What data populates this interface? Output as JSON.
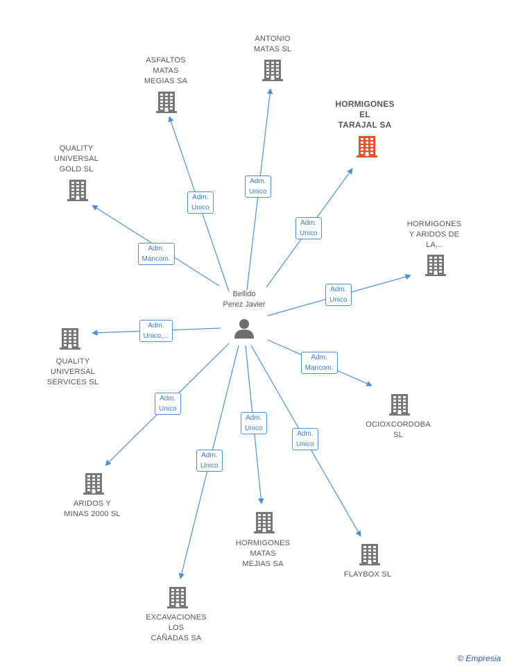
{
  "colors": {
    "edge": "#4a90d9",
    "building": "#777777",
    "highlight": "#e8532e",
    "person": "#6e6e6e"
  },
  "person": {
    "name": "Bellido\nPerez Javier",
    "icon": "person-icon"
  },
  "companies": [
    {
      "id": "antonio-matas",
      "name": "ANTONIO\nMATAS SL",
      "highlight": false
    },
    {
      "id": "asfaltos-matas-megias",
      "name": "ASFALTOS\nMATAS\nMEGIAS SA",
      "highlight": false
    },
    {
      "id": "hormigones-el-tarajal",
      "name": "HORMIGONES\nEL\nTARAJAL SA",
      "highlight": true
    },
    {
      "id": "quality-universal-gold",
      "name": "QUALITY\nUNIVERSAL\nGOLD  SL",
      "highlight": false
    },
    {
      "id": "hormigones-y-aridos",
      "name": "HORMIGONES\nY ARIDOS DE\nLA...",
      "highlight": false
    },
    {
      "id": "quality-universal-services",
      "name": "QUALITY\nUNIVERSAL\nSERVICES SL",
      "highlight": false
    },
    {
      "id": "ocioxcordoba",
      "name": "OCIOXCORDOBA\nSL",
      "highlight": false
    },
    {
      "id": "aridos-y-minas",
      "name": "ARIDOS Y\nMINAS 2000  SL",
      "highlight": false
    },
    {
      "id": "hormigones-matas-mejias",
      "name": "HORMIGONES\nMATAS\nMEJIAS SA",
      "highlight": false
    },
    {
      "id": "flaybox",
      "name": "FLAYBOX SL",
      "highlight": false
    },
    {
      "id": "excavaciones-los-canadas",
      "name": "EXCAVACIONES\nLOS\nCAÑADAS SA",
      "highlight": false
    }
  ],
  "relations": [
    {
      "target": "antonio-matas",
      "label": "Adm.\nUnico"
    },
    {
      "target": "asfaltos-matas-megias",
      "label": "Adm.\nUnico"
    },
    {
      "target": "hormigones-el-tarajal",
      "label": "Adm.\nUnico"
    },
    {
      "target": "quality-universal-gold",
      "label": "Adm.\nMancom."
    },
    {
      "target": "hormigones-y-aridos",
      "label": "Adm.\nUnico"
    },
    {
      "target": "quality-universal-services",
      "label": "Adm.\nUnico,..."
    },
    {
      "target": "ocioxcordoba",
      "label": "Adm.\nMancom."
    },
    {
      "target": "aridos-y-minas",
      "label": "Adm.\nUnico"
    },
    {
      "target": "hormigones-matas-mejias",
      "label": "Adm.\nUnico"
    },
    {
      "target": "flaybox",
      "label": "Adm.\nUnico"
    },
    {
      "target": "excavaciones-los-canadas",
      "label": "Adm.\nUnico"
    }
  ],
  "watermark": {
    "symbol": "©",
    "brand": "Empresia"
  }
}
